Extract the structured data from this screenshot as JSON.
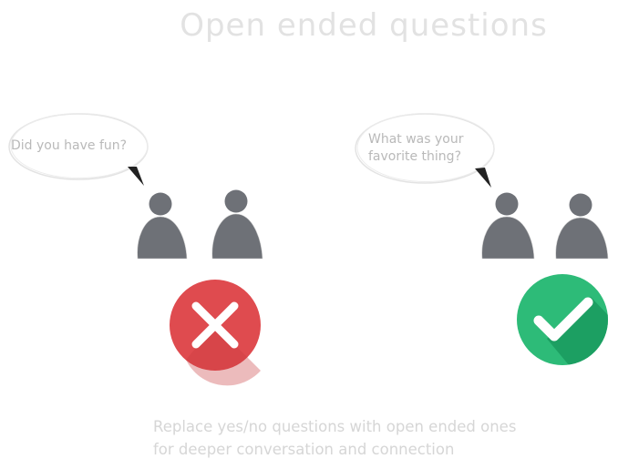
{
  "title": "Open ended questions",
  "left_example": {
    "question": "Did you have fun?",
    "verdict_icon": "x-mark-icon",
    "verdict_color": "#df4b4f"
  },
  "right_example": {
    "question_line1": "What was your",
    "question_line2": "favorite thing?",
    "verdict_icon": "checkmark-icon",
    "verdict_color": "#2dbb78"
  },
  "caption_line1": "Replace yes/no questions with open ended ones",
  "caption_line2": "for deeper conversation and connection",
  "colors": {
    "person": "#6e7177",
    "text_light": "#d6d6d6"
  }
}
